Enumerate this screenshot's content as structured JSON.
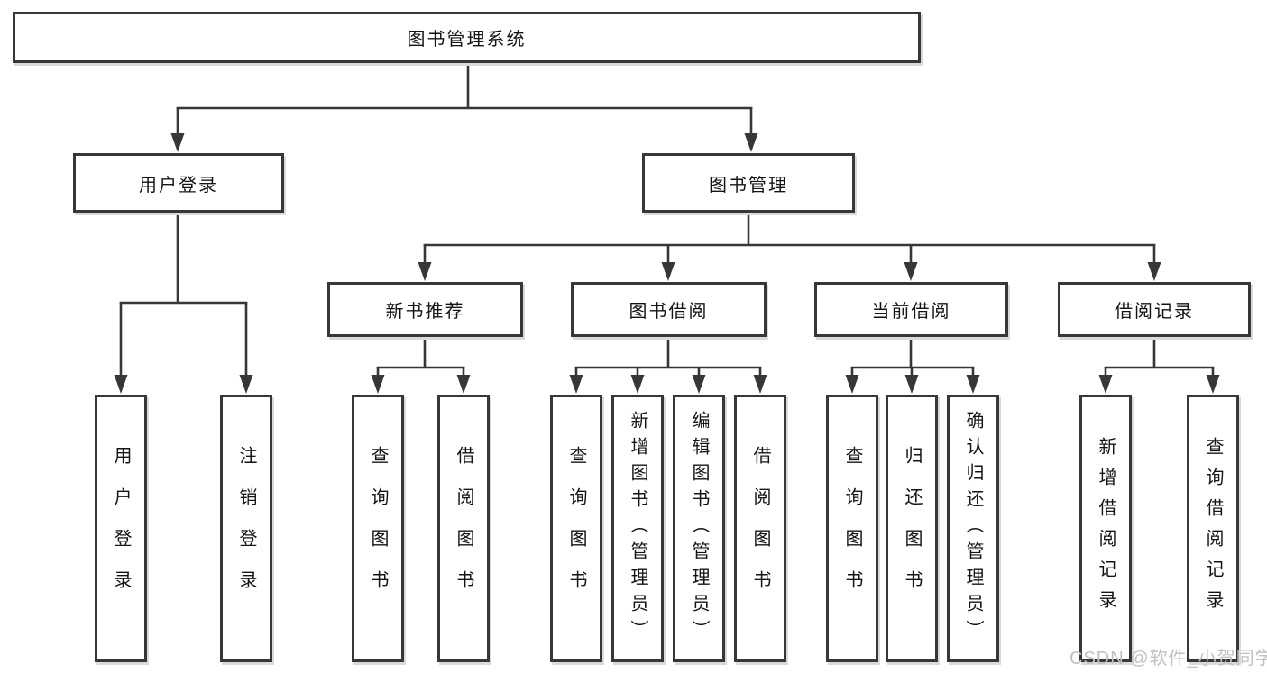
{
  "tree": {
    "root": {
      "label": "图书管理系统"
    },
    "branches": [
      {
        "label": "用户登录",
        "children": [
          {
            "label": "用户登录"
          },
          {
            "label": "注销登录"
          }
        ]
      },
      {
        "label": "图书管理",
        "children": [
          {
            "label": "新书推荐",
            "children": [
              {
                "label": "查询图书"
              },
              {
                "label": "借阅图书"
              }
            ]
          },
          {
            "label": "图书借阅",
            "children": [
              {
                "label": "查询图书"
              },
              {
                "label": "新增图书（管理员）"
              },
              {
                "label": "编辑图书（管理员）"
              },
              {
                "label": "借阅图书"
              }
            ]
          },
          {
            "label": "当前借阅",
            "children": [
              {
                "label": "查询图书"
              },
              {
                "label": "归还图书"
              },
              {
                "label": "确认归还（管理员）"
              }
            ]
          },
          {
            "label": "借阅记录",
            "children": [
              {
                "label": "新增借阅记录"
              },
              {
                "label": "查询借阅记录"
              }
            ]
          }
        ]
      }
    ]
  },
  "watermark": "CSDN @软件_小贺同学",
  "colors": {
    "line": "#373737",
    "box_border": "#373737",
    "box_fill": "#ffffff",
    "text": "#141414",
    "watermark": "#c5c0c0"
  }
}
